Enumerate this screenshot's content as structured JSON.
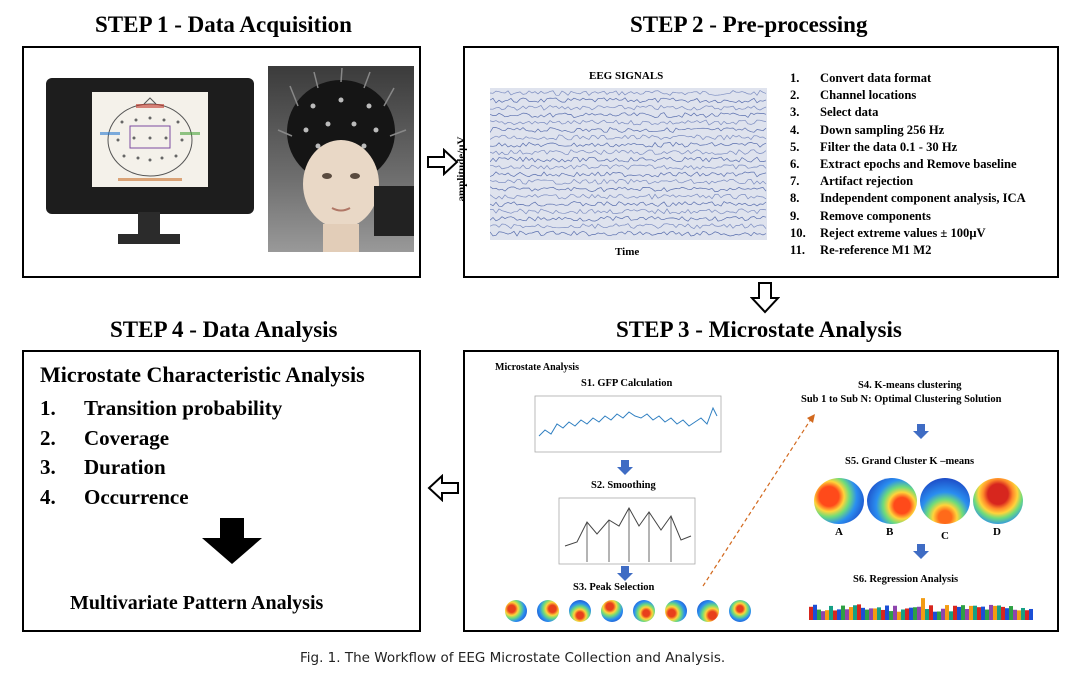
{
  "step1": {
    "title": "STEP 1 - Data Acquisition"
  },
  "step2": {
    "title": "STEP 2 - Pre-processing",
    "plot_title": "EEG SIGNALS",
    "y_label": "amplitude/μV",
    "x_label": "Time",
    "items": [
      {
        "n": "1.",
        "text": "Convert data format"
      },
      {
        "n": "2.",
        "text": "Channel locations"
      },
      {
        "n": "3.",
        "text": "Select data"
      },
      {
        "n": "4.",
        "text": "Down sampling 256 Hz"
      },
      {
        "n": "5.",
        "text": "Filter the data 0.1 - 30 Hz"
      },
      {
        "n": "6.",
        "text": "Extract epochs and Remove baseline"
      },
      {
        "n": "7.",
        "text": "Artifact rejection"
      },
      {
        "n": "8.",
        "text": "Independent component analysis, ICA"
      },
      {
        "n": "9.",
        "text": "Remove components"
      },
      {
        "n": "10.",
        "text": "Reject extreme values ± 100μV"
      },
      {
        "n": "11.",
        "text": "Re-reference M1 M2"
      }
    ]
  },
  "step3": {
    "title": "STEP 3 - Microstate Analysis",
    "heading": "Microstate Analysis",
    "s1": "S1. GFP Calculation",
    "s2": "S2. Smoothing",
    "s3": "S3. Peak Selection",
    "s4_line1": "S4. K-means clustering",
    "s4_line2": "Sub 1 to Sub N: Optimal Clustering Solution",
    "s5": "S5. Grand Cluster K –means",
    "s6": "S6. Regression Analysis",
    "maps": [
      "A",
      "B",
      "C",
      "D"
    ]
  },
  "step4": {
    "title": "STEP 4 - Data Analysis",
    "heading": "Microstate Characteristic Analysis",
    "items": [
      {
        "n": "1.",
        "text": "Transition probability"
      },
      {
        "n": "2.",
        "text": "Coverage"
      },
      {
        "n": "3.",
        "text": "Duration"
      },
      {
        "n": "4.",
        "text": "Occurrence"
      }
    ],
    "footer": "Multivariate Pattern Analysis"
  },
  "caption": "Fig. 1.  The Workflow of EEG Microstate Collection and Analysis.",
  "colors": {
    "topo_red": "#d7261e",
    "topo_blue": "#1b4fd6",
    "arrow_blue": "#3f6cc4",
    "dashed_orange": "#d2691e"
  }
}
